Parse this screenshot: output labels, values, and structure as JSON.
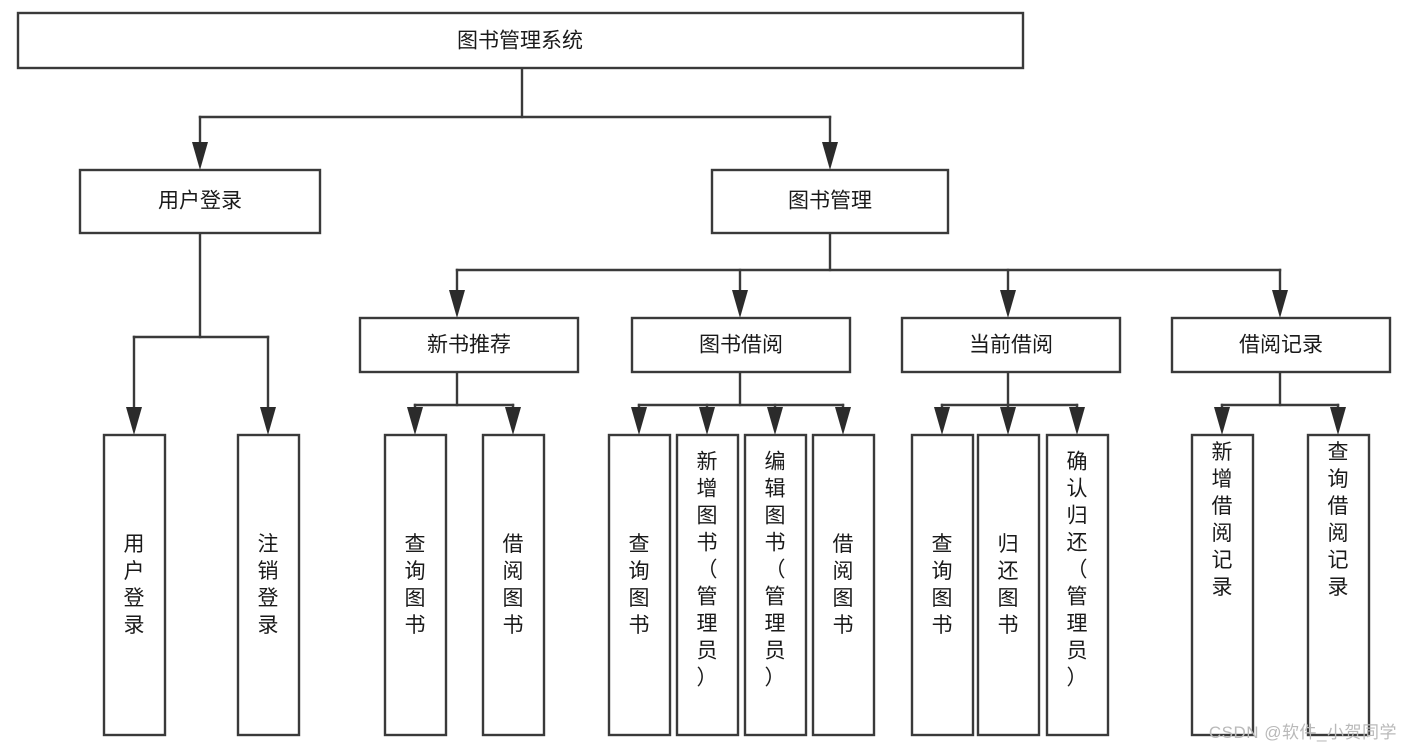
{
  "diagram": {
    "title": "图书管理系统",
    "watermark": "CSDN @软件_小贺同学",
    "type": "tree-hierarchy-diagram",
    "colors": {
      "box_stroke": "#3a3a3a",
      "box_fill": "#ffffff",
      "connector": "#3a3a3a",
      "text": "#1a1a1a",
      "watermark": "#b9b9b9"
    },
    "levels": {
      "root": {
        "label": "图书管理系统"
      },
      "level2": [
        {
          "label": "用户登录"
        },
        {
          "label": "图书管理"
        }
      ],
      "level3": [
        {
          "label": "新书推荐"
        },
        {
          "label": "图书借阅"
        },
        {
          "label": "当前借阅"
        },
        {
          "label": "借阅记录"
        }
      ],
      "leaves": {
        "user_login": [
          {
            "label": "用户登录"
          },
          {
            "label": "注销登录"
          }
        ],
        "new_book_recommend": [
          {
            "label": "查询图书"
          },
          {
            "label": "借阅图书"
          }
        ],
        "book_borrow": [
          {
            "label": "查询图书"
          },
          {
            "label": "新增图书（管理员）"
          },
          {
            "label": "编辑图书（管理员）"
          },
          {
            "label": "借阅图书"
          }
        ],
        "current_borrow": [
          {
            "label": "查询图书"
          },
          {
            "label": "归还图书"
          },
          {
            "label": "确认归还（管理员）"
          }
        ],
        "borrow_record": [
          {
            "label": "新增借阅记录"
          },
          {
            "label": "查询借阅记录"
          }
        ]
      }
    }
  }
}
